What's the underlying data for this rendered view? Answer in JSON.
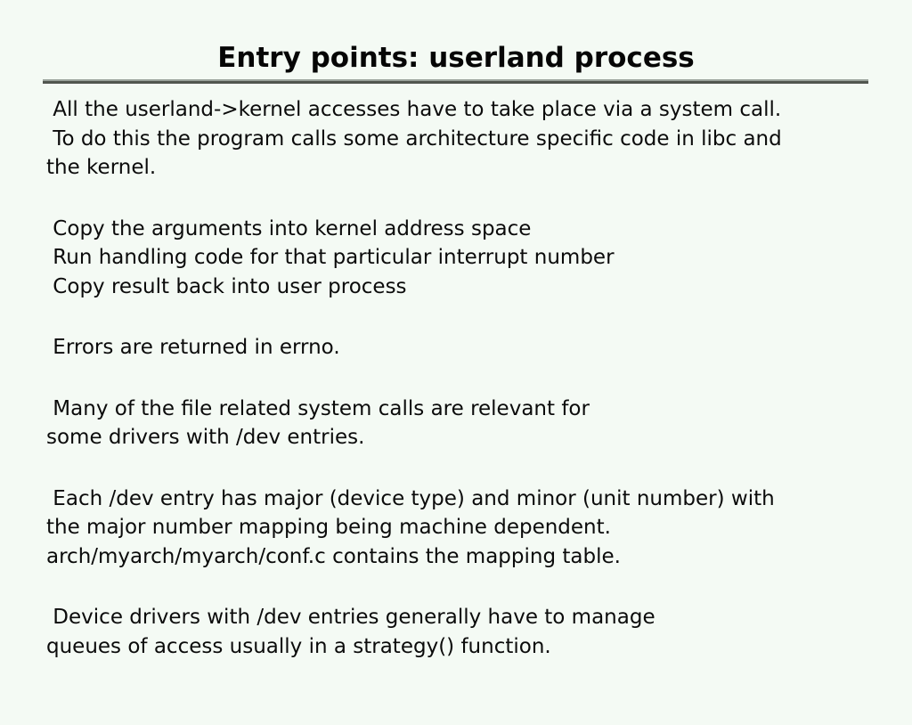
{
  "slide": {
    "title": "Entry points: userland process",
    "colors": {
      "background": "#f4faf4",
      "text": "#0b0b0b",
      "rule_top": "#9ba39c",
      "rule_bottom": "#51564f"
    },
    "paragraphs": [
      {
        "lines": [
          " All the userland->kernel accesses have to take place via a system call.",
          " To do this the program calls some architecture specific code in libc and",
          "the kernel."
        ]
      },
      {
        "lines": [
          " Copy the arguments into kernel address space",
          " Run handling code for that particular interrupt number",
          " Copy result back into user process"
        ]
      },
      {
        "lines": [
          " Errors are returned in errno."
        ]
      },
      {
        "lines": [
          " Many of the file related system calls are relevant for",
          "some drivers with /dev entries."
        ]
      },
      {
        "lines": [
          " Each /dev entry has major (device type) and minor (unit number) with",
          "the major number mapping being machine dependent.",
          "arch/myarch/myarch/conf.c contains the mapping table."
        ]
      },
      {
        "lines": [
          " Device drivers with /dev entries generally have to manage",
          "queues of access usually in a strategy() function."
        ]
      }
    ]
  }
}
